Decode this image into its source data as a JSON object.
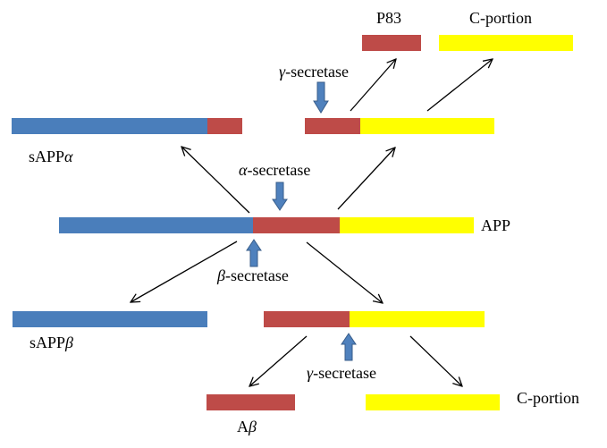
{
  "colors": {
    "blue": "#4a7ebb",
    "red": "#be4b48",
    "yellow": "#ffff00",
    "arrow_blue": "#4f81bd",
    "arrow_blue_dark": "#385d8a"
  },
  "labels": {
    "app": "APP",
    "p83": "P83",
    "c_portion_top": "C-portion",
    "c_portion_bottom": "C-portion",
    "sapp_alpha_prefix": "sAPP",
    "sapp_alpha_greek": "α",
    "sapp_beta_prefix": "sAPP",
    "sapp_beta_greek": "β",
    "abeta_prefix": "A",
    "abeta_greek": "β",
    "alpha_secretase_greek": "α",
    "alpha_secretase_text": "-secretase",
    "beta_secretase_greek": "β",
    "beta_secretase_text": "-secretase",
    "gamma_top_greek": "γ",
    "gamma_top_text": "-secretase",
    "gamma_bottom_greek": "γ",
    "gamma_bottom_text": "-secretase"
  }
}
